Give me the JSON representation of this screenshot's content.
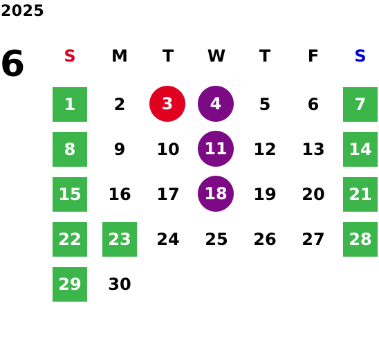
{
  "calendar": {
    "year": "2025",
    "month": "6",
    "weekdays": [
      {
        "label": "S",
        "color": "#e0001f"
      },
      {
        "label": "M",
        "color": "#000000"
      },
      {
        "label": "T",
        "color": "#000000"
      },
      {
        "label": "W",
        "color": "#000000"
      },
      {
        "label": "T",
        "color": "#000000"
      },
      {
        "label": "F",
        "color": "#000000"
      },
      {
        "label": "S",
        "color": "#0000d8"
      }
    ],
    "colors": {
      "holiday_green": "#3cb54a",
      "highlight_red": "#e0001f",
      "highlight_purple": "#7b0a84"
    },
    "weeks": [
      [
        {
          "day": "1",
          "style": "green"
        },
        {
          "day": "2",
          "style": "plain"
        },
        {
          "day": "3",
          "style": "red"
        },
        {
          "day": "4",
          "style": "purple"
        },
        {
          "day": "5",
          "style": "plain"
        },
        {
          "day": "6",
          "style": "plain"
        },
        {
          "day": "7",
          "style": "green"
        }
      ],
      [
        {
          "day": "8",
          "style": "green"
        },
        {
          "day": "9",
          "style": "plain"
        },
        {
          "day": "10",
          "style": "plain"
        },
        {
          "day": "11",
          "style": "purple"
        },
        {
          "day": "12",
          "style": "plain"
        },
        {
          "day": "13",
          "style": "plain"
        },
        {
          "day": "14",
          "style": "green"
        }
      ],
      [
        {
          "day": "15",
          "style": "green"
        },
        {
          "day": "16",
          "style": "plain"
        },
        {
          "day": "17",
          "style": "plain"
        },
        {
          "day": "18",
          "style": "purple"
        },
        {
          "day": "19",
          "style": "plain"
        },
        {
          "day": "20",
          "style": "plain"
        },
        {
          "day": "21",
          "style": "green"
        }
      ],
      [
        {
          "day": "22",
          "style": "green"
        },
        {
          "day": "23",
          "style": "green"
        },
        {
          "day": "24",
          "style": "plain"
        },
        {
          "day": "25",
          "style": "plain"
        },
        {
          "day": "26",
          "style": "plain"
        },
        {
          "day": "27",
          "style": "plain"
        },
        {
          "day": "28",
          "style": "green"
        }
      ],
      [
        {
          "day": "29",
          "style": "green"
        },
        {
          "day": "30",
          "style": "plain"
        }
      ]
    ]
  }
}
